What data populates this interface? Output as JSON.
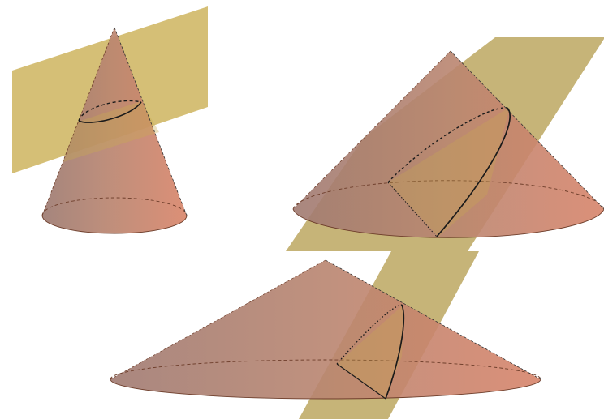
{
  "colors": {
    "background": "#ffffff",
    "cone_light": "#d9866b",
    "cone_shadow": "#9f7a70",
    "cone_edge": "#6d3d2a",
    "plane": "#c9ad4f",
    "section_curve": "#1a1a1a"
  },
  "figures": [
    {
      "name": "cone-plane-ellipse-section",
      "section": "ellipse"
    },
    {
      "name": "cone-plane-parabola-section-steep",
      "section": "parabola"
    },
    {
      "name": "cone-plane-parabola-section-flat",
      "section": "parabola"
    }
  ]
}
